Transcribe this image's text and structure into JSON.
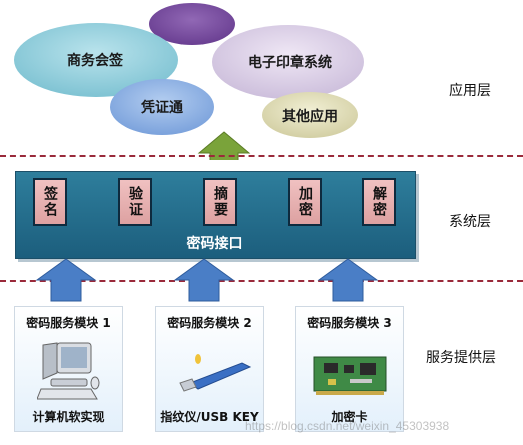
{
  "app_layer": {
    "bubbles": [
      "商务会签",
      "电子印章系统",
      "凭证通",
      "其他应用"
    ],
    "label": "应用层"
  },
  "system_layer": {
    "functions": [
      "签名",
      "验证",
      "摘要",
      "加密",
      "解密"
    ],
    "interface_label": "密码接口",
    "label": "系统层"
  },
  "service_layer": {
    "label": "服务提供层",
    "modules": [
      {
        "title": "密码服务模块 1",
        "caption": "计算机软实现"
      },
      {
        "title": "密码服务模块 2",
        "caption": "指纹仪/USB KEY"
      },
      {
        "title": "密码服务模块 3",
        "caption": "加密卡"
      }
    ]
  },
  "watermark": "https://blog.csdn.net/weixin_45303938",
  "colors": {
    "divider": "#9a2a3a",
    "system_panel": "#236e8e",
    "function_box": "#e8b4b4",
    "up_arrow_blue": "#4a7ec6",
    "up_arrow_green": "#7aa33a"
  }
}
